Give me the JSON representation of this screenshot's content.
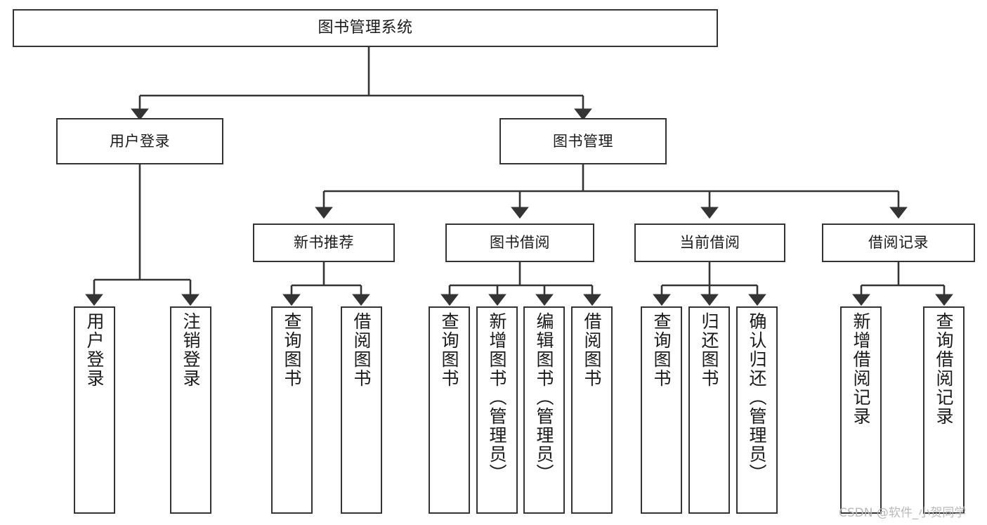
{
  "diagram": {
    "type": "tree",
    "title": "图书管理系统",
    "stroke_color": "#343434",
    "fill_color": "#ffffff",
    "text_color": "#1a1a1a",
    "watermark": "CSDN @软件_小贺同学",
    "watermark_color": "#b9b9b9",
    "nodes": {
      "root": {
        "label": "图书管理系统"
      },
      "level2": [
        {
          "label": "用户登录"
        },
        {
          "label": "图书管理"
        }
      ],
      "level3": [
        {
          "label": "新书推荐"
        },
        {
          "label": "图书借阅"
        },
        {
          "label": "当前借阅"
        },
        {
          "label": "借阅记录"
        }
      ],
      "leaves": {
        "user_login": [
          {
            "label": "用户登录"
          },
          {
            "label": "注销登录"
          }
        ],
        "new_books": [
          {
            "label": "查询图书"
          },
          {
            "label": "借阅图书"
          }
        ],
        "book_borrow": [
          {
            "label": "查询图书"
          },
          {
            "label": "新增图书（管理员）"
          },
          {
            "label": "编辑图书（管理员）"
          },
          {
            "label": "借阅图书"
          }
        ],
        "current_borrow": [
          {
            "label": "查询图书"
          },
          {
            "label": "归还图书"
          },
          {
            "label": "确认归还（管理员）"
          }
        ],
        "borrow_records": [
          {
            "label": "新增借阅记录"
          },
          {
            "label": "查询借阅记录"
          }
        ]
      }
    }
  }
}
